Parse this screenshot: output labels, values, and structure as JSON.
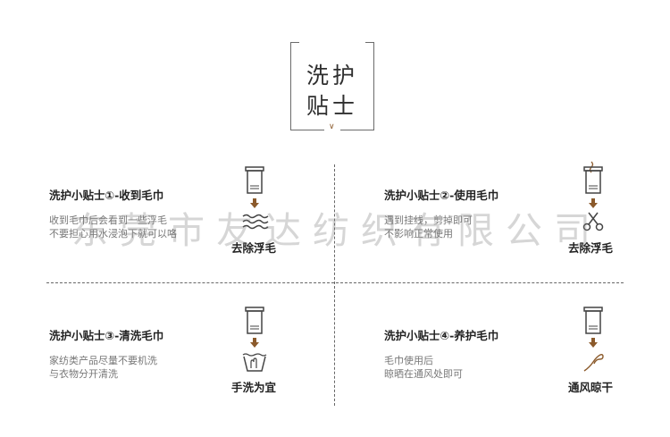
{
  "header": {
    "title_line1": "洗护",
    "title_line2": "贴士"
  },
  "tips": [
    {
      "title": "洗护小贴士①-收到毛巾",
      "desc_line1": "收到毛巾后会看到一些浮毛",
      "desc_line2": "不要担心用水浸泡下就可以咯",
      "caption": "去除浮毛",
      "icons": [
        "towel-icon",
        "arrow-down-icon",
        "water-waves-icon"
      ]
    },
    {
      "title": "洗护小贴士②-使用毛巾",
      "desc_line1": "遇到挂线，剪掉即可",
      "desc_line2": "不影响正常使用",
      "caption": "去除浮毛",
      "icons": [
        "towel-with-thread-icon",
        "arrow-down-icon",
        "scissors-icon"
      ]
    },
    {
      "title": "洗护小贴士③-清洗毛巾",
      "desc_line1": "家纺类产品尽量不要机洗",
      "desc_line2": "与衣物分开清洗",
      "caption": "手洗为宜",
      "icons": [
        "towel-icon",
        "arrow-down-icon",
        "hand-wash-basin-icon"
      ]
    },
    {
      "title": "洗护小贴士④-养护毛巾",
      "desc_line1": "毛巾使用后",
      "desc_line2": "晾晒在通风处即可",
      "caption": "通风晾干",
      "icons": [
        "towel-icon",
        "arrow-down-icon",
        "wind-icon"
      ]
    }
  ],
  "watermark": "东莞市友达纺织有限公司",
  "colors": {
    "accent": "#8b5a2b",
    "line": "#666666"
  }
}
